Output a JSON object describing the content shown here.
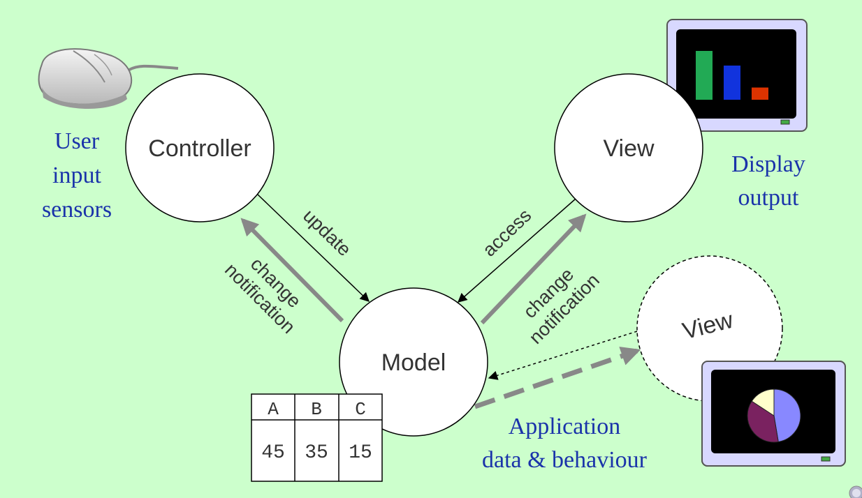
{
  "nodes": {
    "controller": "Controller",
    "view": "View",
    "view_secondary": "View",
    "model": "Model"
  },
  "edges": {
    "update": "update",
    "access": "access",
    "change_left": [
      "change",
      "notification"
    ],
    "change_right": [
      "change",
      "notification"
    ]
  },
  "captions": {
    "user_input": [
      "User",
      "input",
      "sensors"
    ],
    "display_output": [
      "Display",
      "output"
    ],
    "application": [
      "Application",
      "data & behaviour"
    ]
  },
  "model_table": {
    "headers": [
      "A",
      "B",
      "C"
    ],
    "values": [
      "45",
      "35",
      "15"
    ]
  },
  "monitor_bar_values": [
    1.0,
    0.7,
    0.25
  ],
  "monitor_pie_values": [
    45,
    35,
    15
  ],
  "colors": {
    "background": "#ccffcc",
    "caption": "#1a33aa",
    "arrow_gray": "#888888",
    "bar_colors": [
      "#22aa55",
      "#1133dd",
      "#dd3300"
    ],
    "pie_colors": [
      "#8888ff",
      "#7a2260",
      "#ffffcc"
    ]
  },
  "icons": [
    "mouse-icon",
    "monitor-bar-chart-icon",
    "monitor-pie-chart-icon",
    "corner-logo-icon"
  ]
}
